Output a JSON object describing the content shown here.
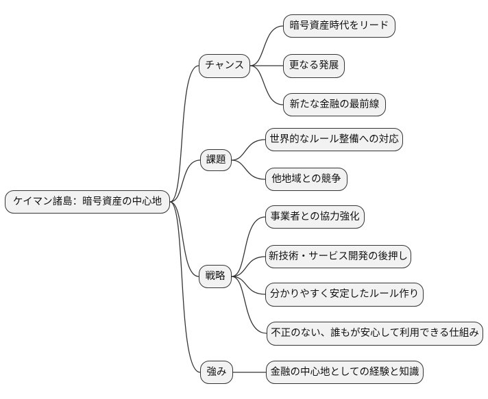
{
  "mindmap": {
    "root": {
      "label": "ケイマン諸島：暗号資産の中心地"
    },
    "branches": [
      {
        "label": "チャンス",
        "children": [
          "暗号資産時代をリード",
          "更なる発展",
          "新たな金融の最前線"
        ]
      },
      {
        "label": "課題",
        "children": [
          "世界的なルール整備への対応",
          "他地域との競争"
        ]
      },
      {
        "label": "戦略",
        "children": [
          "事業者との協力強化",
          "新技術・サービス開発の後押し",
          "分かりやすく安定したルール作り",
          "不正のない、誰もが安心して利用できる仕組み"
        ]
      },
      {
        "label": "強み",
        "children": [
          "金融の中心地としての経験と知識"
        ]
      }
    ],
    "colors": {
      "background": "#ffffff",
      "node_fill": "#f2f2f2",
      "node_border": "#333333",
      "edge": "#333333",
      "text": "#111111"
    }
  }
}
